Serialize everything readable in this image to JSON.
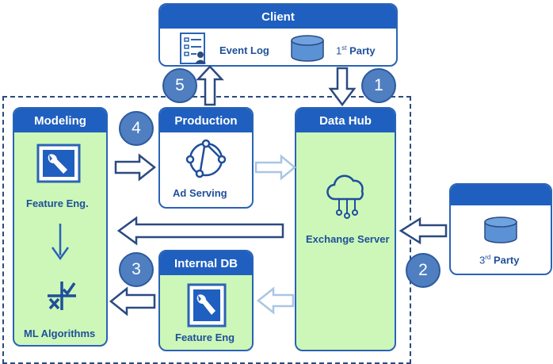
{
  "client": {
    "title": "Client",
    "event_log": "Event Log",
    "first_party_prefix": "1",
    "first_party_sup": "st",
    "first_party_suffix": " Party"
  },
  "third_party": {
    "prefix": "3",
    "sup": "rd",
    "suffix": " Party"
  },
  "modeling": {
    "title": "Modeling",
    "feature_eng": "Feature Eng.",
    "ml_algorithms": "ML Algorithms"
  },
  "production": {
    "title": "Production",
    "ad_serving": "Ad Serving"
  },
  "data_hub": {
    "title": "Data Hub",
    "exchange_server": "Exchange Server"
  },
  "internal_db": {
    "title": "Internal DB",
    "feature_eng": "Feature Eng"
  },
  "steps": [
    "1",
    "2",
    "3",
    "4",
    "5"
  ],
  "colors": {
    "header_blue": "#1f5fbf",
    "box_green": "#ccf7b8",
    "step_circle": "#4f7fc0",
    "arrow_dark": "#2b4a80",
    "arrow_light": "#a9c6e3"
  }
}
